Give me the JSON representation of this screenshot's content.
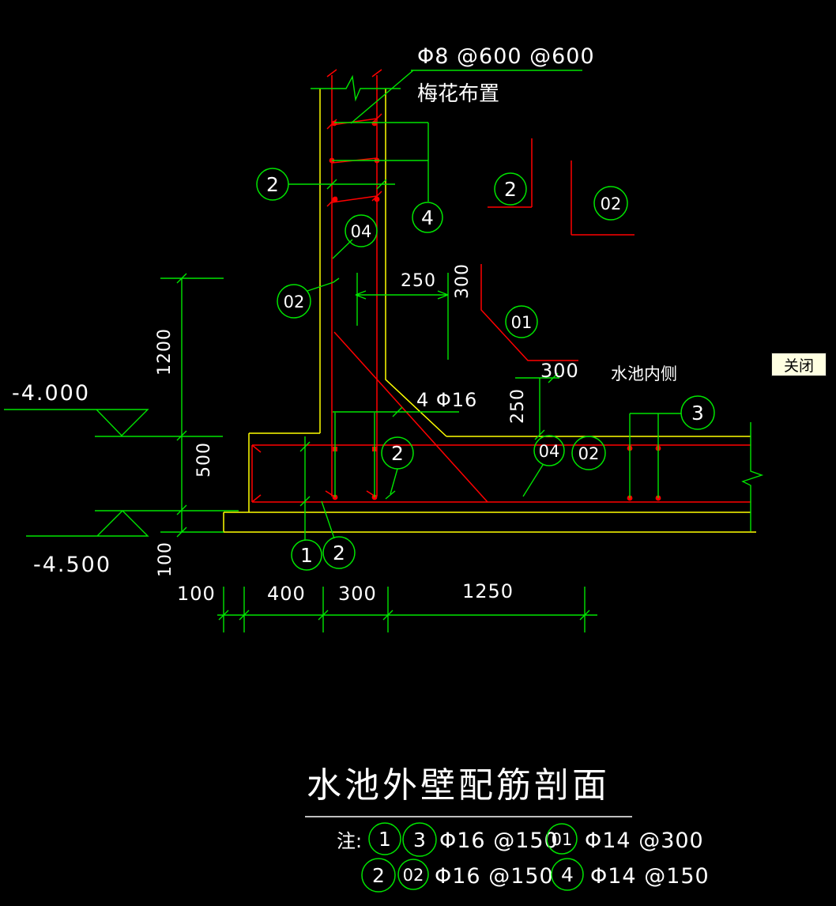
{
  "window": {
    "close_button": "关闭"
  },
  "drawing": {
    "title": "水池外壁配筋剖面",
    "labels": {
      "top_rebar": "Φ8 @600 @600",
      "arrangement": "梅花布置",
      "haunch_bars": "4 Φ16",
      "tank_inner_side": "水池内侧"
    },
    "levels": {
      "slab_top": "-4.000",
      "slab_bottom": "-4.500"
    },
    "dimensions": {
      "wall_250": "250",
      "wall_300": "300",
      "bar01_vertical": "300",
      "bar01_horizontal": "300",
      "bar01_embed": "250",
      "wall_height": "1200",
      "slab_thickness": "500",
      "blinding_thickness": "100",
      "bottom_chain": [
        "100",
        "400",
        "300",
        "1250"
      ]
    },
    "callouts": {
      "wall_left_bar": "2",
      "wall_tie": "4",
      "wall_inner_bar": "04",
      "wall_outer_bar": "02",
      "detail_bar_2": "2",
      "detail_bar_02": "02",
      "detail_bar_01": "01",
      "slab_dowel": "2",
      "slab_bar_04": "04",
      "slab_bar_02": "02",
      "slab_bar_3": "3",
      "slab_bottom_1": "1",
      "slab_bottom_2": "2"
    },
    "notes": {
      "prefix": "注:",
      "rows": [
        {
          "refs": [
            "1",
            "3"
          ],
          "spec": "Φ16 @150",
          "refs2": [
            "01"
          ],
          "spec2": "Φ14 @300"
        },
        {
          "refs": [
            "2",
            "02"
          ],
          "spec": "Φ16 @150",
          "refs2": [
            "4"
          ],
          "spec2": "Φ14 @150"
        }
      ]
    }
  },
  "colors": {
    "background": "#000000",
    "outline": "#ffff00",
    "rebar": "#ff0000",
    "annotation": "#00e400",
    "text": "#ffffff",
    "close_bg": "#ffffe1"
  }
}
